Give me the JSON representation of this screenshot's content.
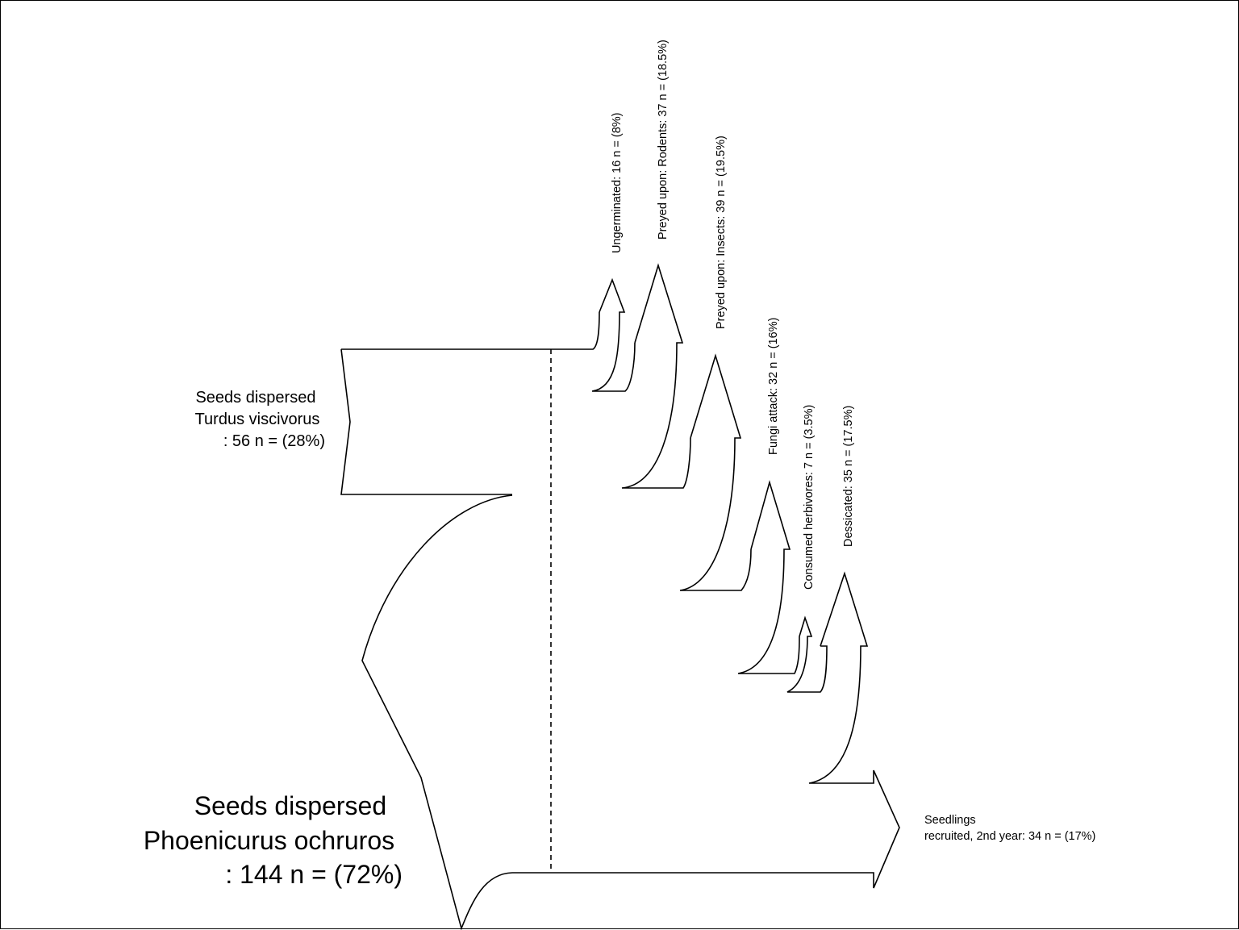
{
  "sources": [
    {
      "id": "turdus",
      "lines": [
        "Seeds dispersed",
        "Turdus viscivorus",
        ": 56 n = (28%)"
      ],
      "n": 56,
      "percent": 28
    },
    {
      "id": "phoenicurus",
      "lines": [
        "Seeds dispersed",
        "Phoenicurus ochruros",
        ": 144 n = (72%)"
      ],
      "n": 144,
      "percent": 72
    }
  ],
  "outflows": [
    {
      "id": "ungerminated",
      "label": "Ungerminated: 16 n = (8%)",
      "n": 16,
      "percent": 8
    },
    {
      "id": "rodents",
      "label": "Preyed upon: Rodents: 37 n = (18.5%)",
      "n": 37,
      "percent": 18.5
    },
    {
      "id": "insects",
      "label": "Preyed upon: Insects: 39 n = (19.5%)",
      "n": 39,
      "percent": 19.5
    },
    {
      "id": "fungi",
      "label": "Fungi attack: 32 n = (16%)",
      "n": 32,
      "percent": 16
    },
    {
      "id": "herbivores",
      "label": "Consumed herbivores: 7 n = (3.5%)",
      "n": 7,
      "percent": 3.5
    },
    {
      "id": "dessicated",
      "label": "Dessicated: 35 n = (17.5%)",
      "n": 35,
      "percent": 17.5
    }
  ],
  "final_output": {
    "lines": [
      "Seedlings",
      "recruited, 2nd year: 34 n = (17%)"
    ],
    "n": 34,
    "percent": 17
  }
}
